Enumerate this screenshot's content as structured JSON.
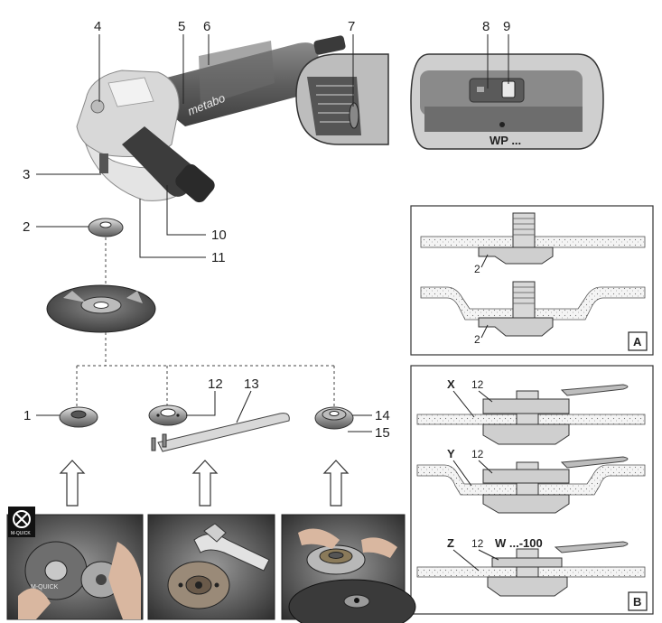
{
  "callouts": {
    "c1": "1",
    "c2": "2",
    "c3": "3",
    "c4": "4",
    "c5": "5",
    "c6": "6",
    "c7": "7",
    "c8": "8",
    "c9": "9",
    "c10": "10",
    "c11": "11",
    "c12": "12",
    "c13": "13",
    "c14": "14",
    "c15": "15"
  },
  "brand_on_housing": "metabo",
  "switch_inset": {
    "model_label": "WP ..."
  },
  "panel_a": {
    "badge": "A",
    "flange_label_top": "2",
    "flange_label_bottom": "2"
  },
  "panel_b": {
    "badge": "B",
    "row_x": {
      "letter": "X",
      "part": "12"
    },
    "row_y": {
      "letter": "Y",
      "part": "12"
    },
    "row_z": {
      "letter": "Z",
      "part": "12",
      "model": "W ...-100"
    }
  },
  "photos": {
    "left_disc_text": "M-QUICK",
    "no_symbol_caption": "M-QUICK"
  },
  "colors": {
    "housing_dark": "#6e6e6e",
    "housing_light": "#bdbdbd",
    "panel_border": "#333333",
    "photo_bg": "#4a4a4a"
  },
  "icons": [
    "prohibited-icon",
    "arrow-up-icon"
  ]
}
